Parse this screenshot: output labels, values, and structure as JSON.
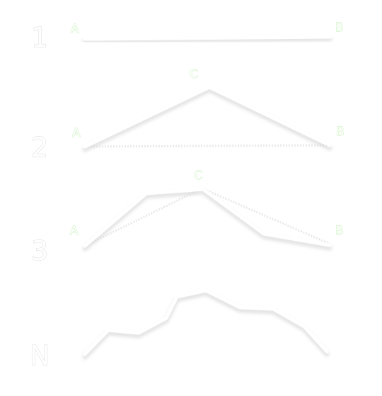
{
  "stages": [
    {
      "number": "1",
      "labels": {
        "a": "A",
        "b": "B"
      }
    },
    {
      "number": "2",
      "labels": {
        "a": "A",
        "b": "B",
        "c": "C"
      }
    },
    {
      "number": "3",
      "labels": {
        "a": "A",
        "b": "B",
        "c": "C"
      }
    },
    {
      "number": "N"
    }
  ]
}
